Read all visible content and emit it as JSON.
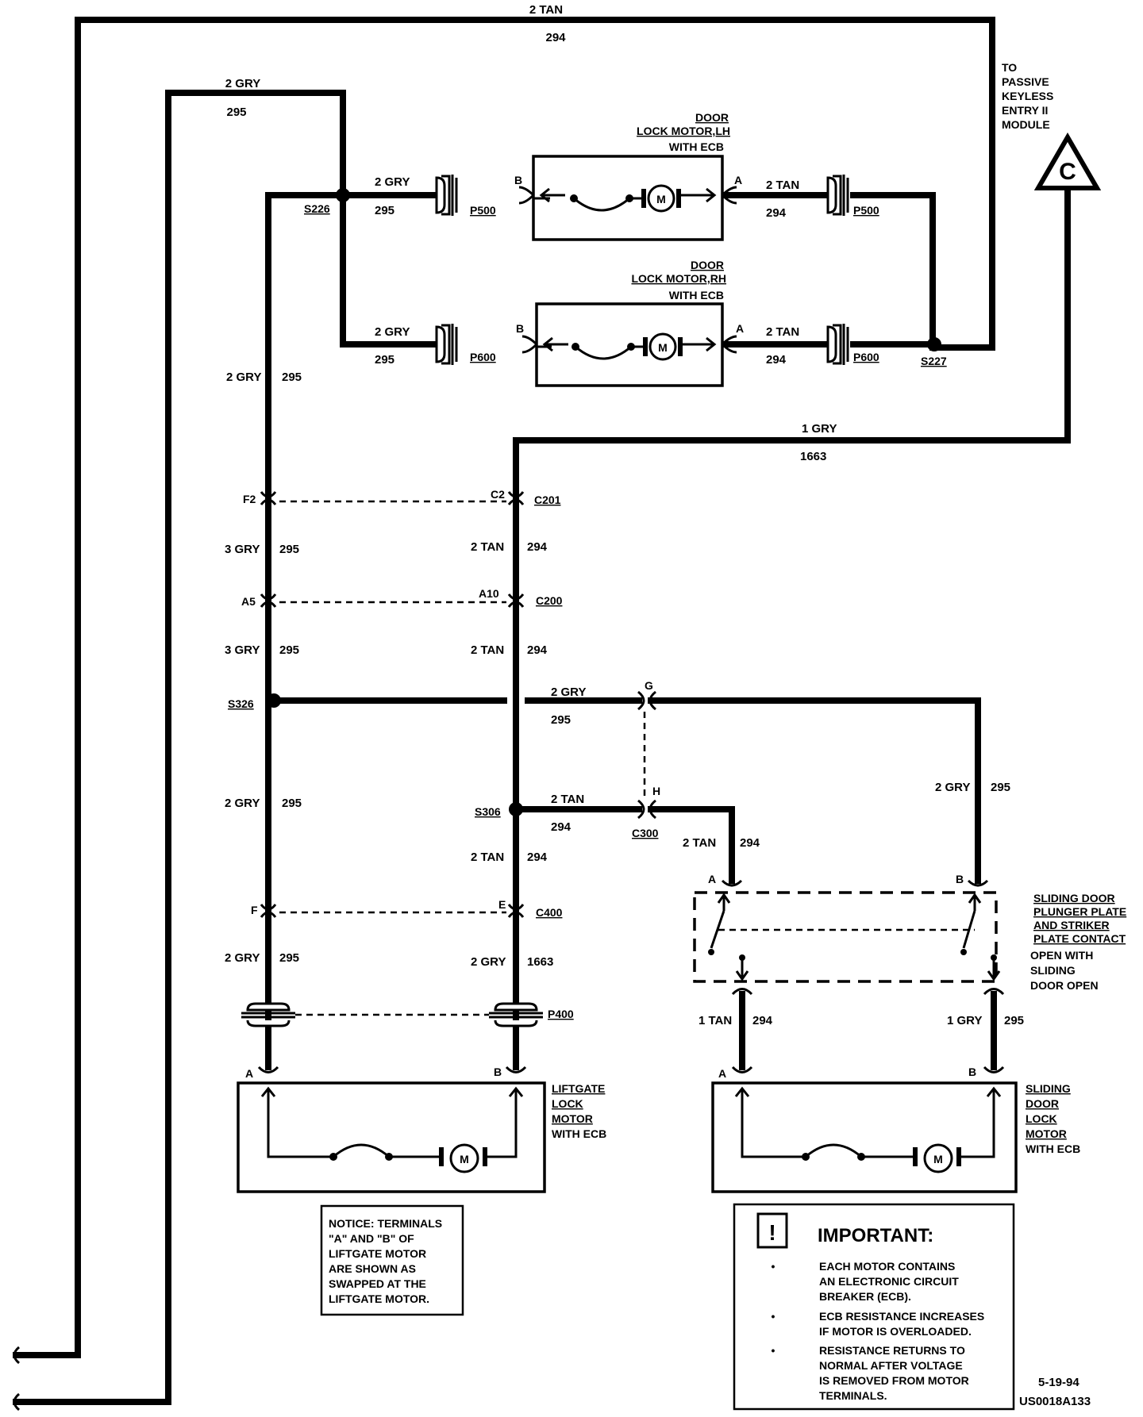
{
  "wires": {
    "top_tan_color": "2 TAN",
    "top_tan_circuit": "294",
    "outer_gry_color": "2 GRY",
    "outer_gry_circuit": "295",
    "lh_b_color": "2 GRY",
    "lh_b_circuit": "295",
    "lh_a_color": "2 TAN",
    "lh_a_circuit": "294",
    "rh_b_color": "2 GRY",
    "rh_b_circuit": "295",
    "rh_a_color": "2 TAN",
    "rh_a_circuit": "294",
    "left_upper_color": "2 GRY",
    "left_upper_circuit": "295",
    "keyless_color": "1 GRY",
    "keyless_circuit": "1663",
    "left_c201_c200_color": "3 GRY",
    "left_c201_c200_circuit": "295",
    "mid_c201_c200_color": "2 TAN",
    "mid_c201_c200_circuit": "294",
    "left_c200_s326_color": "3 GRY",
    "left_c200_s326_circuit": "295",
    "mid_c200_s306_color": "2 TAN",
    "mid_c200_s306_circuit": "294",
    "s326_branch_color": "2 GRY",
    "s326_branch_circuit": "295",
    "left_s326_c400_color": "2 GRY",
    "left_s326_c400_circuit": "295",
    "s306_branch_color": "2 TAN",
    "s306_branch_circuit": "294",
    "mid_s306_c400_color": "2 TAN",
    "mid_s306_c400_circuit": "294",
    "sw_a_color": "2 TAN",
    "sw_a_circuit": "294",
    "sw_b_color": "2 GRY",
    "sw_b_circuit": "295",
    "left_c400_p400_color": "2 GRY",
    "left_c400_p400_circuit": "295",
    "mid_c400_p400_color": "2 GRY",
    "mid_c400_p400_circuit": "1663",
    "sd_a_color": "1 TAN",
    "sd_a_circuit": "294",
    "sd_b_color": "1 GRY",
    "sd_b_circuit": "295"
  },
  "splices": {
    "s226": "S226",
    "s227": "S227",
    "s326": "S326",
    "s306": "S306"
  },
  "connectors": {
    "p500": "P500",
    "p600": "P600",
    "c201": "C201",
    "c200": "C200",
    "c300": "C300",
    "c400": "C400",
    "p400": "P400"
  },
  "pins": {
    "a": "A",
    "b": "B",
    "f2": "F2",
    "c2": "C2",
    "a5": "A5",
    "a10": "A10",
    "g": "G",
    "h": "H",
    "f": "F",
    "e": "E"
  },
  "components": {
    "lh_motor": [
      "DOOR",
      "LOCK MOTOR,LH",
      "WITH ECB"
    ],
    "rh_motor": [
      "DOOR",
      "LOCK MOTOR,RH",
      "WITH ECB"
    ],
    "liftgate_motor": [
      "LIFTGATE",
      "LOCK",
      "MOTOR",
      "WITH ECB"
    ],
    "sliding_motor": [
      "SLIDING",
      "DOOR",
      "LOCK",
      "MOTOR",
      "WITH ECB"
    ],
    "sliding_contact": [
      "SLIDING DOOR",
      "PLUNGER PLATE",
      "AND STRIKER",
      "PLATE CONTACT"
    ],
    "sliding_contact_note": [
      "OPEN WITH",
      "SLIDING",
      "DOOR OPEN"
    ],
    "motor_symbol": "M"
  },
  "keyless_module": {
    "label": [
      "TO",
      "PASSIVE",
      "KEYLESS",
      "ENTRY II",
      "MODULE"
    ],
    "ref": "C"
  },
  "notice": [
    "NOTICE: TERMINALS",
    "\"A\" AND \"B\" OF",
    "LIFTGATE MOTOR",
    "ARE SHOWN AS",
    "SWAPPED AT THE",
    "LIFTGATE MOTOR."
  ],
  "important": {
    "icon": "!",
    "title": "IMPORTANT:",
    "bullet": "•",
    "bullets": [
      [
        "EACH MOTOR CONTAINS",
        "AN ELECTRONIC CIRCUIT",
        "BREAKER (ECB)."
      ],
      [
        "ECB RESISTANCE INCREASES",
        "IF MOTOR IS OVERLOADED."
      ],
      [
        "RESISTANCE RETURNS TO",
        "NORMAL AFTER VOLTAGE",
        "IS REMOVED FROM MOTOR",
        "TERMINALS."
      ]
    ]
  },
  "footer": {
    "date": "5-19-94",
    "code": "US0018A133"
  }
}
